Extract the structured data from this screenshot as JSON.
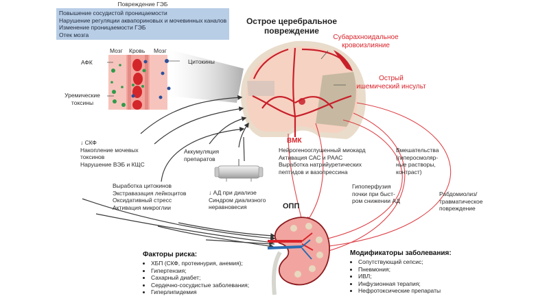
{
  "bbb": {
    "title": "Повреждение ГЭБ",
    "items": [
      "Повышение сосудистой проницаемости",
      "Нарушение регуляции аквапориновых и мочевинных каналов",
      "Изменение проницаемости ГЭБ",
      "Отек мозга"
    ]
  },
  "vessel": {
    "col_labels": [
      "Мозг",
      "Кровь",
      "Мозг"
    ],
    "left_labels": [
      "АФК",
      "Уремические токсины"
    ],
    "right_label": "Цитокины"
  },
  "brain": {
    "title_line1": "Острое церебральное",
    "title_line2": "повреждение",
    "sah_line1": "Субарахноидальное",
    "sah_line2": "кровоизлияние",
    "stroke_line1": "Острый",
    "stroke_line2": "ишемический инсульт",
    "ich": "ВМК"
  },
  "kidney_to_brain": {
    "gfr": [
      "↓ СКФ",
      "Накопление мочевых",
      "токсинов",
      "Нарушение ВЭБ и КЩС"
    ],
    "drugs": [
      "Аккумуляция",
      "препаратов"
    ],
    "inflammation": [
      "Выработка цитокинов",
      "Экстравазация лейкоцитов",
      "Оксидативный стресс",
      "Активация микроглии"
    ],
    "dialysis": [
      "↓ АД при диализе",
      "Синдром диализного",
      "неравновесия"
    ]
  },
  "brain_to_kidney": {
    "neuro": [
      "Нейрогенооглушенный миокард",
      "Активация САС и РААС",
      "Выработка натрийуретических",
      "пептидов и вазопрессина"
    ],
    "interventions": [
      "Вмешательства",
      "(гиперосмоляр-",
      "ные растворы,",
      "контраст)"
    ],
    "hypoperfusion": [
      "Гипоперфузия",
      "почки при быст-",
      "ром снижении АД"
    ],
    "rhabdo": [
      "Рабдомиолиз/",
      "травматическое",
      "повреждение"
    ]
  },
  "kidney": {
    "label": "ОПП"
  },
  "risk_factors": {
    "title": "Факторы риска:",
    "items": [
      "ХБП (СКФ, протеинурия, анемия);",
      "Гипертензия;",
      "Сахарный диабет;",
      "Сердечно-сосудистые заболевания;",
      "Гиперлипидемия"
    ]
  },
  "modifiers": {
    "title": "Модификаторы заболевания:",
    "items": [
      "Сопутствующий сепсис;",
      "Пневмония;",
      "ИВЛ;",
      "Инфузионная терапия;",
      "Нефротоксические препараты"
    ]
  },
  "colors": {
    "accent_red": "#d8232a",
    "bbb_box": "#b8cde6",
    "arrow_dark": "#3a3a3a"
  }
}
